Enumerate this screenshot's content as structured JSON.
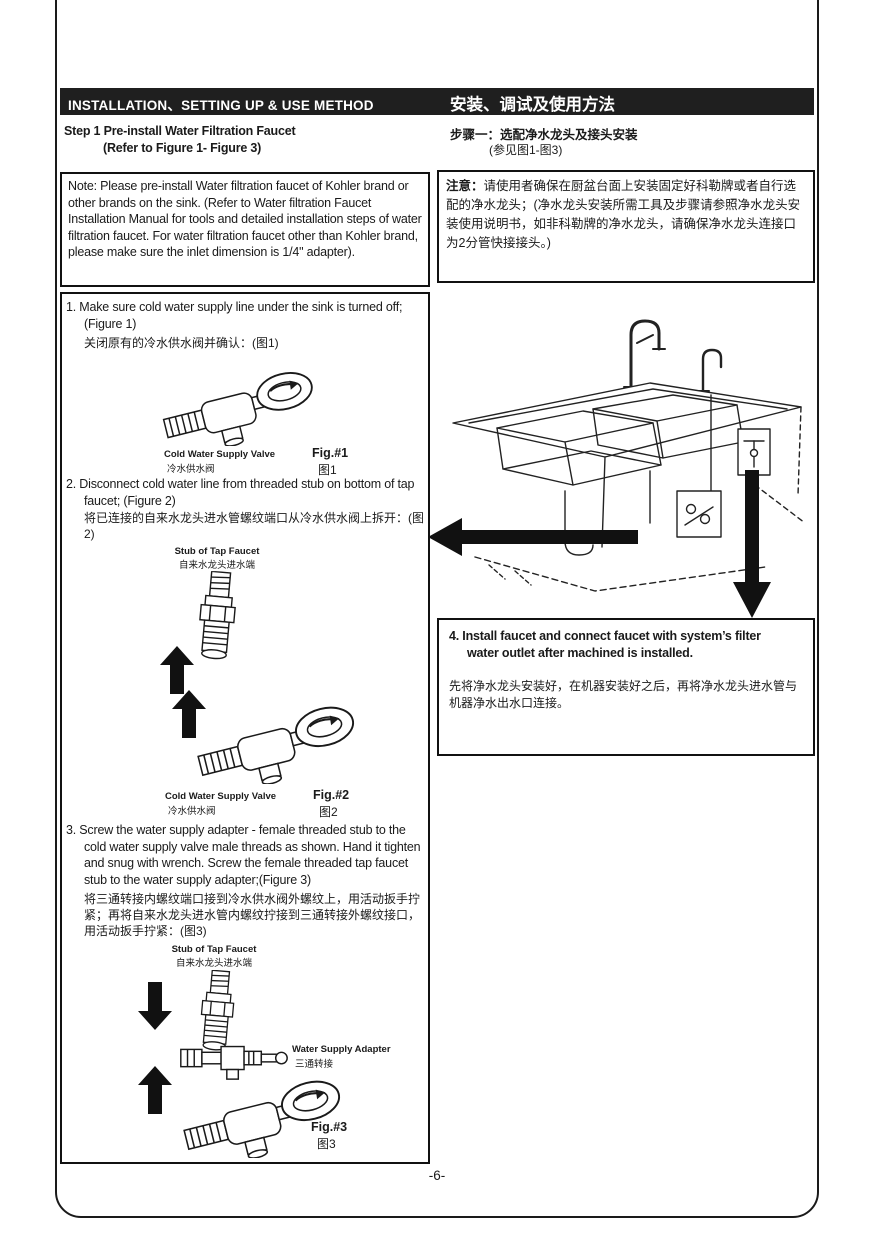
{
  "colors": {
    "header_bg": "#1f1f1f",
    "ink": "#1a1a1a"
  },
  "page": {
    "number": "-6-"
  },
  "header": {
    "title_en": "INSTALLATION、SETTING UP & USE METHOD",
    "title_zh": "安装、调试及使用方法"
  },
  "intro": {
    "step_title_en": "Step 1 Pre-install Water Filtration Faucet",
    "step_sub_en": "(Refer to Figure 1- Figure 3)",
    "step_title_zh": "步骤一：选配净水龙头及接头安装",
    "step_sub_zh": "(参见图1-图3)"
  },
  "note_en": {
    "text": "Note: Please pre-install Water filtration faucet of Kohler brand or other brands on the sink. (Refer to Water filtration Faucet Installation Manual for tools and detailed installation steps of water filtration faucet. For water filtration faucet other than Kohler brand, please make sure the inlet dimension is 1/4\" adapter)."
  },
  "note_zh": {
    "label": "注意：",
    "text": "请使用者确保在厨盆台面上安装固定好科勒牌或者自行选配的净水龙头；(净水龙头安装所需工具及步骤请参照净水龙头安装使用说明书，如非科勒牌的净水龙头，请确保净水龙头连接口为2分管快接接头。)"
  },
  "steps": {
    "one": {
      "en": "1.  Make sure cold water supply line under the sink is turned off; (Figure 1)",
      "zh": "关闭原有的冷水供水阀并确认：(图1)",
      "valve_label_en": "Cold Water Supply Valve",
      "valve_label_zh": "冷水供水阀",
      "fig_en": "Fig.#1",
      "fig_zh": "图1"
    },
    "two": {
      "en": "2. Disconnect cold water line from threaded stub on bottom of tap faucet; (Figure 2)",
      "zh": "将已连接的自来水龙头进水管螺纹端口从冷水供水阀上拆开：(图2)",
      "stub_label_en": "Stub of Tap Faucet",
      "stub_label_zh": "自来水龙头进水端",
      "valve_label_en": "Cold Water Supply Valve",
      "valve_label_zh": "冷水供水阀",
      "fig_en": "Fig.#2",
      "fig_zh": "图2"
    },
    "three": {
      "en": "3. Screw the water supply adapter - female threaded stub to the cold water supply valve male threads as shown. Hand it tighten and snug with wrench. Screw the female threaded tap faucet stub to the water supply adapter;(Figure 3)",
      "zh": "将三通转接内螺纹端口接到冷水供水阀外螺纹上，用活动扳手拧紧；再将自来水龙头进水管内螺纹拧接到三通转接外螺纹接口，用活动扳手拧紧：(图3)",
      "stub_label_en": "Stub of Tap Faucet",
      "stub_label_zh": "自来水龙头进水端",
      "adapter_label_en": "Water Supply Adapter",
      "adapter_label_zh": "三通转接",
      "fig_en": "Fig.#3",
      "fig_zh": "图3"
    },
    "four": {
      "en": "4.  Install faucet and connect faucet with system’s filter water outlet after machined is installed.",
      "zh": "先将净水龙头安装好，在机器安装好之后，再将净水龙头进水管与机器净水出水口连接。"
    }
  }
}
